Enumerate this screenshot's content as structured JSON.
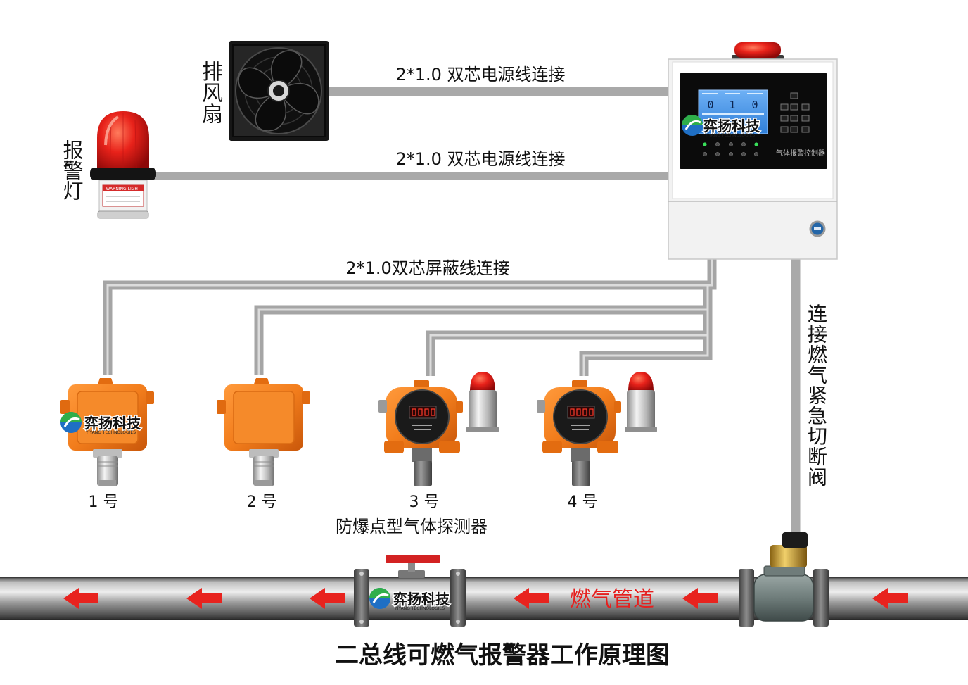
{
  "title": "二总线可燃气报警器工作原理图",
  "logo": {
    "name": "弈扬科技",
    "subtitle": "YIYANG TECHNOLOGIES"
  },
  "fan": {
    "label": "排风扇",
    "icon": "exhaust-fan-icon",
    "cable_label": "2*1.0 双芯电源线连接"
  },
  "alarm_light": {
    "label": "报警灯",
    "icon": "warning-beacon-icon",
    "plate_text": "WARNING LIGHT",
    "cable_label": "2*1.0 双芯电源线连接"
  },
  "controller": {
    "icon": "gas-alarm-controller-icon",
    "panel_label": "气体报警控制器",
    "lcd_digits": [
      "0",
      "1",
      "0"
    ]
  },
  "bus": {
    "cable_label": "2*1.0双芯屏蔽线连接"
  },
  "detectors": {
    "caption": "防爆点型气体探测器",
    "items": [
      {
        "label": "1 号"
      },
      {
        "label": "2 号"
      },
      {
        "label": "3 号"
      },
      {
        "label": "4 号"
      }
    ]
  },
  "valve": {
    "icon": "solenoid-shutoff-valve-icon",
    "cable_label": "连接燃气紧急切断阀"
  },
  "pipe": {
    "label": "燃气管道",
    "arrow_icon": "arrow-left-icon"
  },
  "colors": {
    "cable": "#a9a9a9",
    "alarm_red": "#e3231c",
    "detector_orange": "#f27d1c",
    "lcd_blue": "#3f90e8",
    "pipe_text": "#e5201f"
  }
}
